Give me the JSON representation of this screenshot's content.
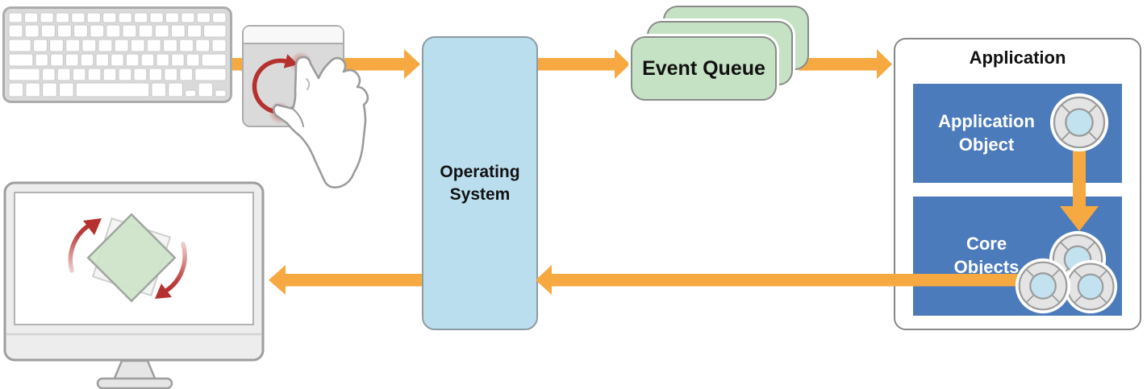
{
  "diagram": {
    "nodes": {
      "operating_system": {
        "label": "Operating System"
      },
      "event_queue": {
        "label": "Event Queue",
        "stacked_cards": 3
      },
      "application": {
        "title": "Application"
      },
      "application_object": {
        "label": "Application Object"
      },
      "core_objects": {
        "label": "Core Objects",
        "object_icon_count": 3
      }
    },
    "illustrations": {
      "keyboard": "keyboard-icon",
      "trackpad": "trackpad-rotate-gesture-icon",
      "hand": "two-finger-rotate-hand-icon",
      "display": "display-with-rotating-square-icon",
      "object_icon": "life-preserver-object-icon",
      "rotation_arrows": "red-rotation-arrow-icon"
    },
    "colors": {
      "flow_arrow_orange": "#F7A941",
      "node_blue": "#4C7BBC",
      "operating_system_fill": "#BBDEEE",
      "event_queue_green": "#C6E2C4",
      "gesture_red": "#B5312E",
      "device_gray": "#DADADA",
      "object_icon_center_blue": "#C2E2F0"
    }
  }
}
